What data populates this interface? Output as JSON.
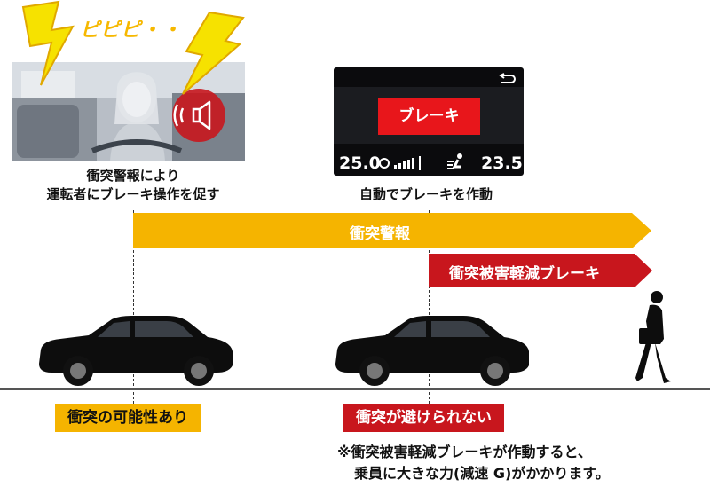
{
  "sound_text": "ピピピ・・",
  "caption_left": [
    "衝突警報により",
    "運転者にブレーキ操作を促す"
  ],
  "caption_right": "自動でブレーキを作動",
  "screen": {
    "button_label": "ブレーキ",
    "temp_left": "25.0",
    "temp_right": "23.5"
  },
  "bars": {
    "warning_label": "衝突警報",
    "braking_label": "衝突被害軽減ブレーキ"
  },
  "tags": {
    "possible": "衝突の可能性あり",
    "unavoidable": "衝突が避けられない"
  },
  "note": [
    "※衝突被害軽減ブレーキが作動すると、",
    "乗員に大きな力(減速 G)がかかります。"
  ],
  "colors": {
    "warning": "#f5b400",
    "braking": "#c8161d",
    "text": "#111111"
  }
}
